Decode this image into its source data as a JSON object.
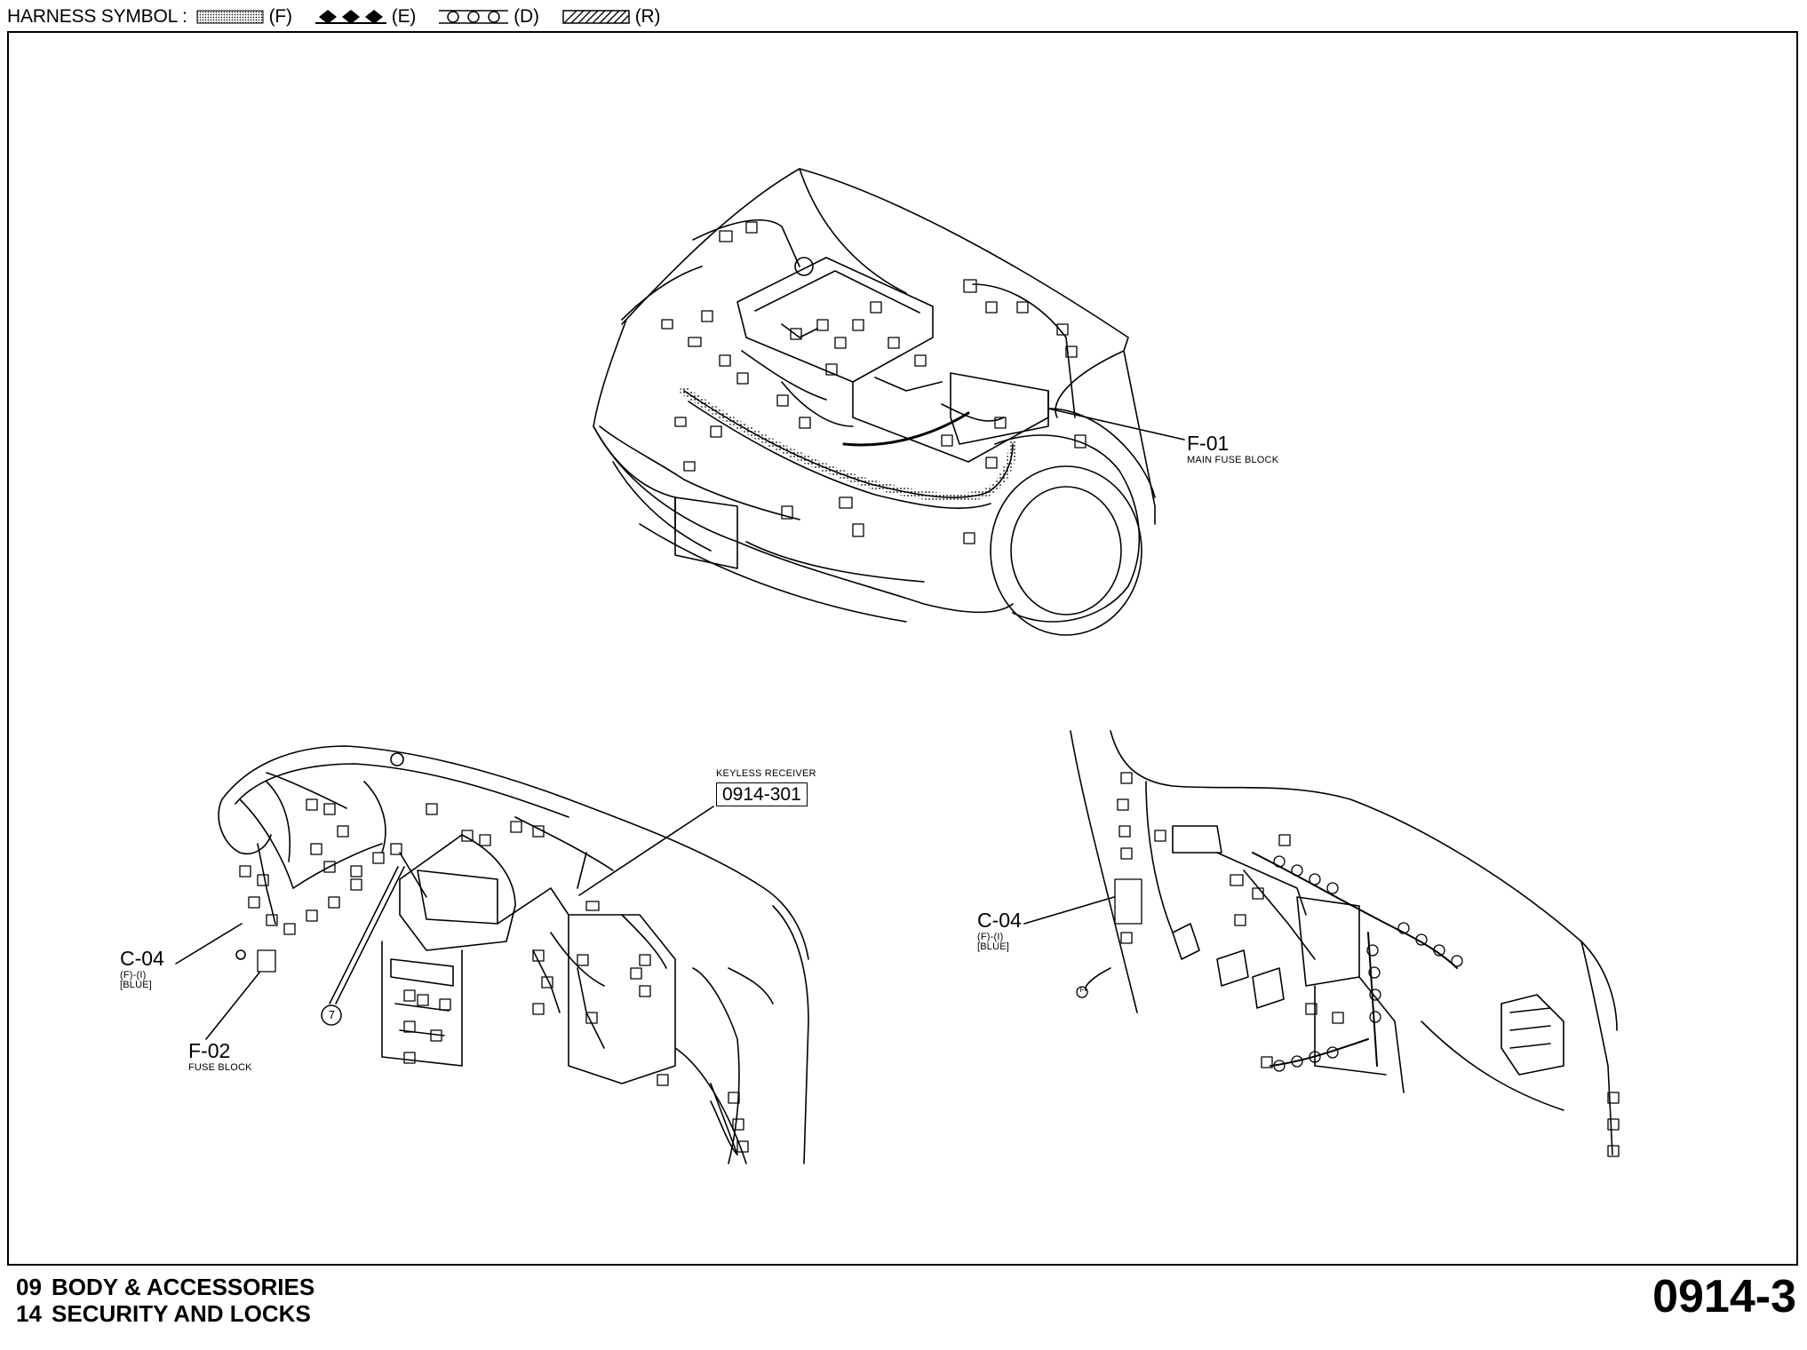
{
  "header": {
    "label": "HARNESS SYMBOL :",
    "symbols": [
      {
        "code": "(F)",
        "style": "dotted-fill"
      },
      {
        "code": "(E)",
        "style": "diamonds"
      },
      {
        "code": "(D)",
        "style": "circles"
      },
      {
        "code": "(R)",
        "style": "hatched"
      }
    ]
  },
  "callouts": {
    "f01": {
      "id": "F-01",
      "desc": "MAIN FUSE BLOCK"
    },
    "keyless": {
      "desc": "KEYLESS RECEIVER",
      "ref": "0914-301"
    },
    "c04_left": {
      "id": "C-04",
      "line1": "(F)-(I)",
      "line2": "[BLUE]"
    },
    "f02": {
      "id": "F-02",
      "desc": "FUSE BLOCK"
    },
    "seven": "7",
    "c04_right": {
      "id": "C-04",
      "line1": "(F)-(I)",
      "line2": "[BLUE]"
    },
    "f_marker": "F"
  },
  "footer": {
    "lines": [
      {
        "num": "09",
        "text": "BODY & ACCESSORIES"
      },
      {
        "num": "14",
        "text": "SECURITY AND LOCKS"
      }
    ],
    "page": "0914-3"
  }
}
